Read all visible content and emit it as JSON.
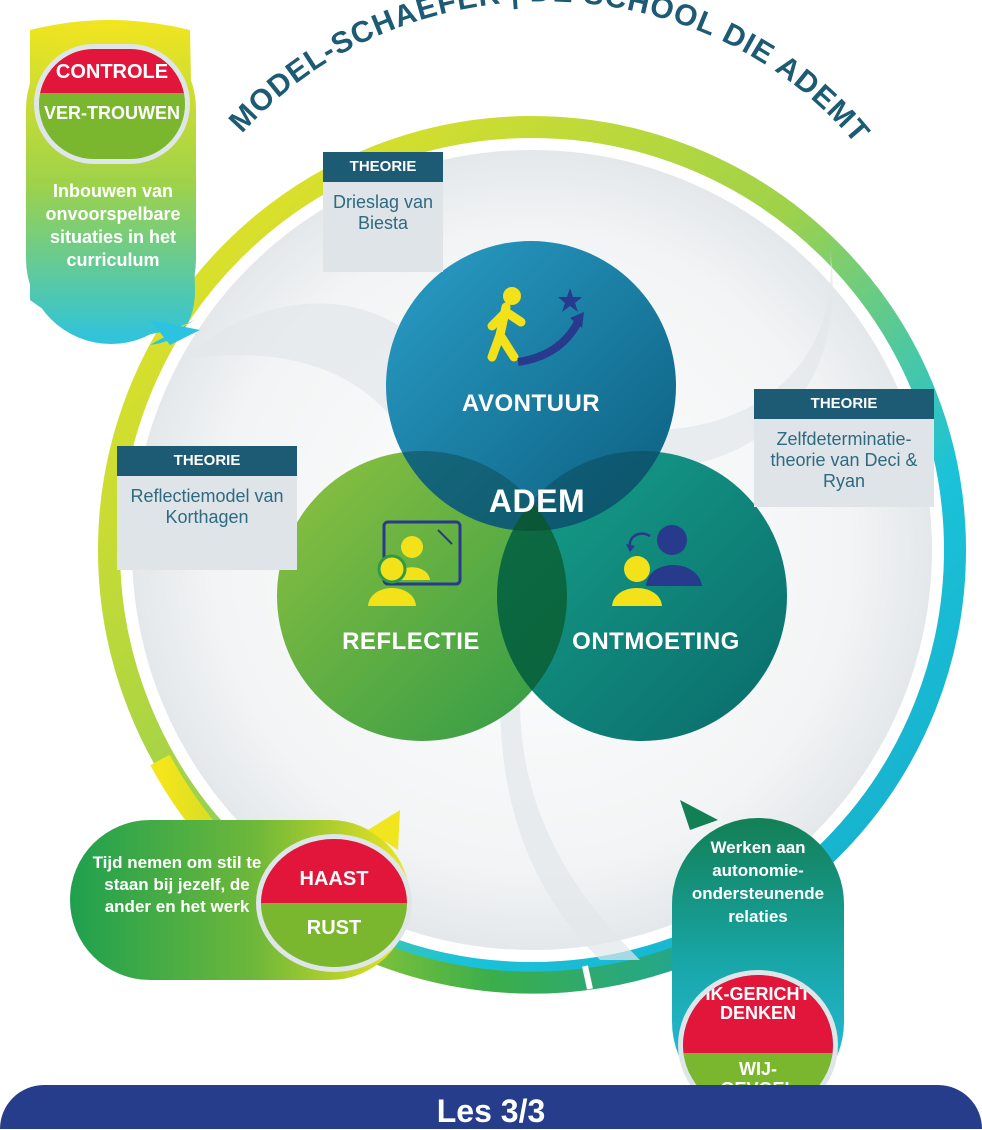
{
  "title": "MODEL-SCHAEFER | DE SCHOOL DIE ADEMT",
  "center_label": "ADEM",
  "circles": {
    "avontuur": "AVONTUUR",
    "reflectie": "REFLECTIE",
    "ontmoeting": "ONTMOETING"
  },
  "theories": [
    {
      "heading": "THEORIE",
      "text": "Drieslag van Biesta"
    },
    {
      "heading": "THEORIE",
      "text": "Zelfdeterminatie-theorie van Deci & Ryan"
    },
    {
      "heading": "THEORIE",
      "text": "Reflectiemodel van Korthagen"
    }
  ],
  "bubbles": {
    "top_left": {
      "top": "CONTROLE",
      "bottom": "VER-TROUWEN",
      "text": "Inbouwen van onvoorspelbare situaties in het curriculum"
    },
    "bottom_left": {
      "top": "HAAST",
      "bottom": "RUST",
      "text": "Tijd nemen om stil te staan bij jezelf, de ander en het werk"
    },
    "bottom_right": {
      "top": "IK-GERICHT DENKEN",
      "bottom": "WIJ-GEVOEL",
      "text": "Werken aan autonomie-ondersteunende relaties"
    }
  },
  "footer": "Les 3/3",
  "colors": {
    "accent_red": "#e2163a",
    "accent_green": "#7ab72f",
    "theory_header": "#1d5a73",
    "footer_blue": "#263d8c"
  }
}
